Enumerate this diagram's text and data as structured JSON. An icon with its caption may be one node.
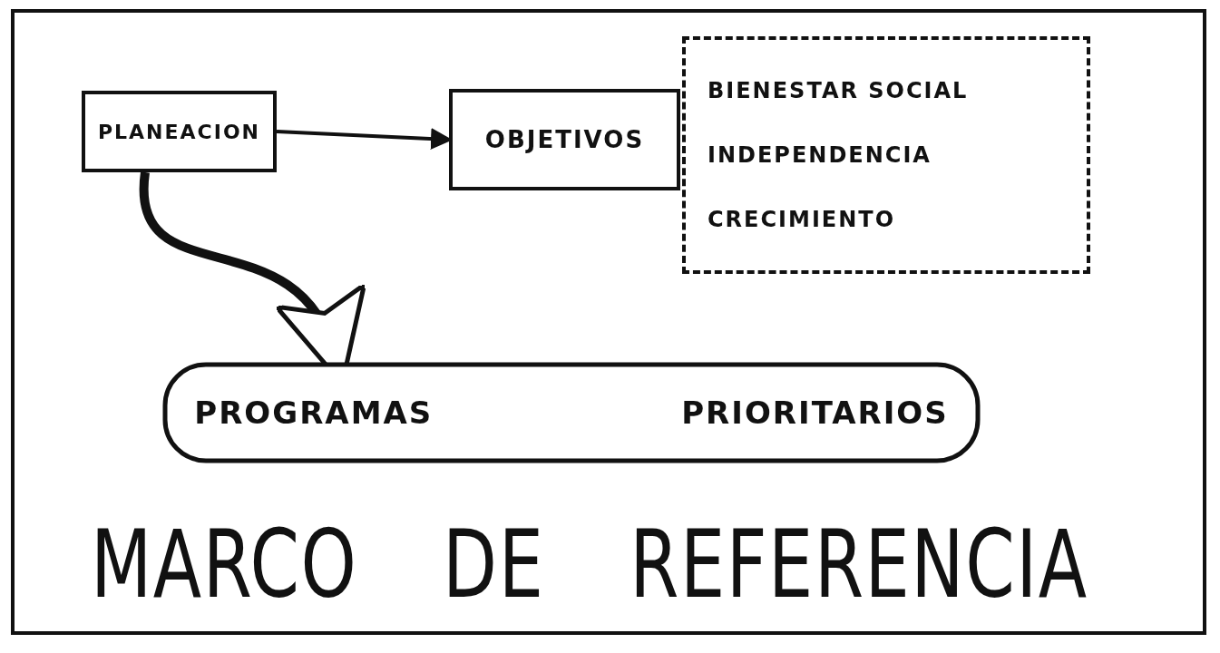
{
  "diagram": {
    "title": "MARCO DE REFERENCIA",
    "nodes": [
      {
        "text": [
          "PLANEACION"
        ]
      },
      {
        "text": [
          "OBJETIVOS"
        ]
      },
      {
        "text": [
          "BIENESTAR SOCIAL",
          "INDEPENDENCIA",
          "CRECIMIENTO"
        ]
      },
      {
        "text": [
          "PROGRAMAS PRIORITARIOS"
        ]
      }
    ],
    "edges": [
      {
        "from": 0,
        "to": 1,
        "arrow": "to"
      },
      {
        "from": 0,
        "to": 3,
        "arrow": "to",
        "style": "thick"
      }
    ]
  }
}
